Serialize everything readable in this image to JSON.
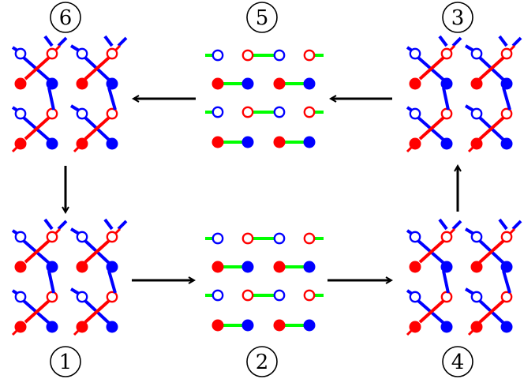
{
  "panels": [
    {
      "id": "6",
      "label": "6",
      "pattern": "zigzag"
    },
    {
      "id": "5",
      "label": "5",
      "pattern": "dimer"
    },
    {
      "id": "3",
      "label": "3",
      "pattern": "zigzag"
    },
    {
      "id": "1",
      "label": "1",
      "pattern": "zigzag"
    },
    {
      "id": "2",
      "label": "2",
      "pattern": "dimer"
    },
    {
      "id": "4",
      "label": "4",
      "pattern": "zigzag"
    }
  ],
  "colors": {
    "red": "#ff0000",
    "blue": "#0000ff",
    "green": "#00ff00",
    "arrow": "#000000"
  },
  "arrows": [
    {
      "from": "1",
      "to": "2"
    },
    {
      "from": "2",
      "to": "4"
    },
    {
      "from": "4",
      "to": "3"
    },
    {
      "from": "3",
      "to": "5"
    },
    {
      "from": "5",
      "to": "6"
    },
    {
      "from": "6",
      "to": "1"
    }
  ]
}
